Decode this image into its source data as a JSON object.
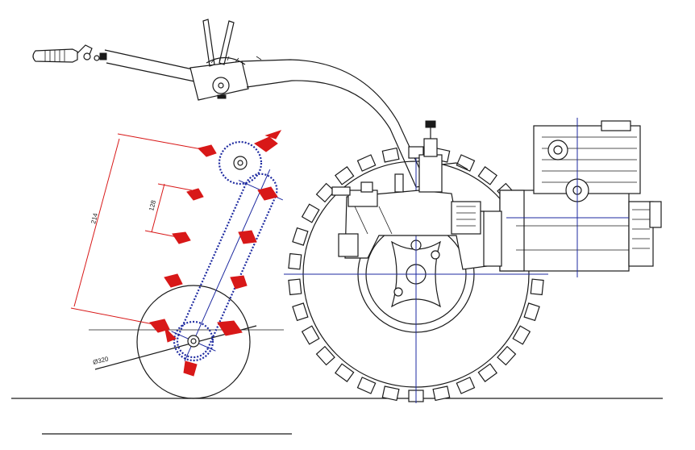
{
  "drawing": {
    "dimensions": {
      "pitch": "214",
      "spacing": "128",
      "diameter": "Ø320"
    },
    "title_line": "",
    "colors": {
      "outline": "#1a1a1a",
      "centerline": "#1e2aa0",
      "tines": "#d81818",
      "background": "#ffffff"
    }
  }
}
